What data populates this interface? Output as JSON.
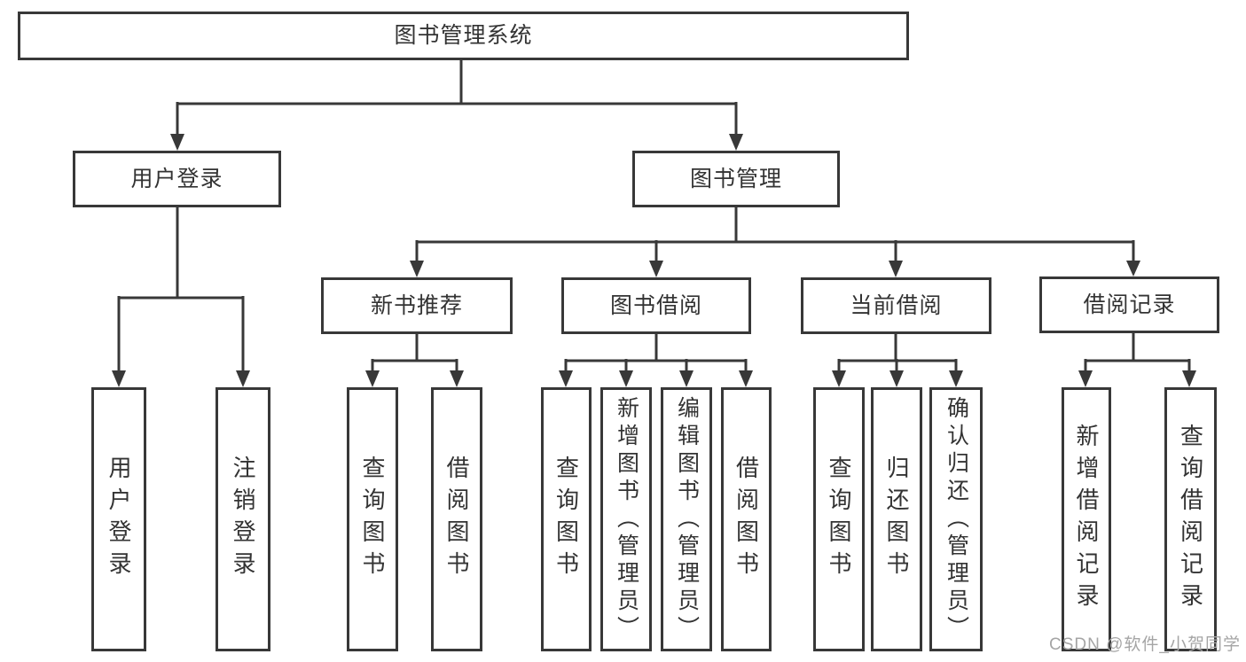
{
  "tree": {
    "label": "图书管理系统",
    "children": [
      {
        "label": "用户登录",
        "children": [
          {
            "label": "用户登录"
          },
          {
            "label": "注销登录"
          }
        ]
      },
      {
        "label": "图书管理",
        "children": [
          {
            "label": "新书推荐",
            "children": [
              {
                "label": "查询图书"
              },
              {
                "label": "借阅图书"
              }
            ]
          },
          {
            "label": "图书借阅",
            "children": [
              {
                "label": "查询图书"
              },
              {
                "label": "新增图书（管理员）"
              },
              {
                "label": "编辑图书（管理员）"
              },
              {
                "label": "借阅图书"
              }
            ]
          },
          {
            "label": "当前借阅",
            "children": [
              {
                "label": "查询图书"
              },
              {
                "label": "归还图书"
              },
              {
                "label": "确认归还（管理员）"
              }
            ]
          },
          {
            "label": "借阅记录",
            "children": [
              {
                "label": "新增借阅记录"
              },
              {
                "label": "查询借阅记录"
              }
            ]
          }
        ]
      }
    ]
  },
  "watermark": {
    "text": "CSDN @软件_小贺同学"
  },
  "colors": {
    "line": "#383838",
    "box_border": "#383838",
    "text": "#333333",
    "watermark": "#a5a5a5",
    "background": "#ffffff"
  }
}
